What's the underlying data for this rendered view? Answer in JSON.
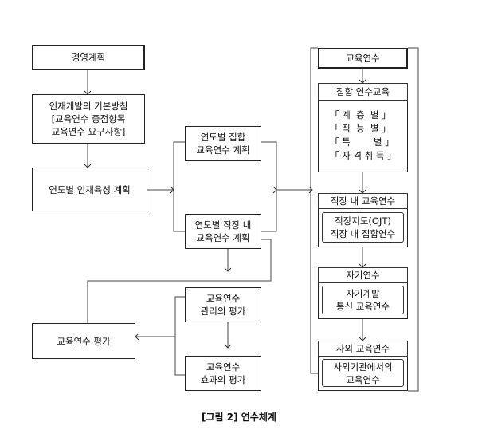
{
  "boxes": {
    "management_plan": "경영계획",
    "hr_policy": "인재개발의 기본방침\n[교육연수 중점항목\n교육연수 요구사항]",
    "annual_hr_plan": "연도별 인재육성 계획",
    "annual_group_plan": "연도별 집합\n교육연수 계획",
    "annual_ojt_plan": "연도별 직장 내\n교육연수 계획",
    "training_eval": "교육연수 평가",
    "mgmt_eval": "교육연수\n관리의 평가",
    "effect_eval": "교육연수\n효과의 평가"
  },
  "right_panel": {
    "title": "교육연수",
    "group": {
      "title": "집합 연수교육",
      "items": [
        "「 계  층  별 」",
        "「 직  능  별 」",
        "「 특        별 」",
        "「 자 격 취 득 」"
      ]
    },
    "ojt": {
      "title": "직장 내 교육연수",
      "content": "직장지도(OJT)\n직장 내 집합연수"
    },
    "self": {
      "title": "자기연수",
      "content": "자기계발\n통신 교육연수"
    },
    "external": {
      "title": "사외 교육연수",
      "content": "사외기관에서의\n교육연수"
    }
  },
  "caption": "[그림 2] 연수체계"
}
